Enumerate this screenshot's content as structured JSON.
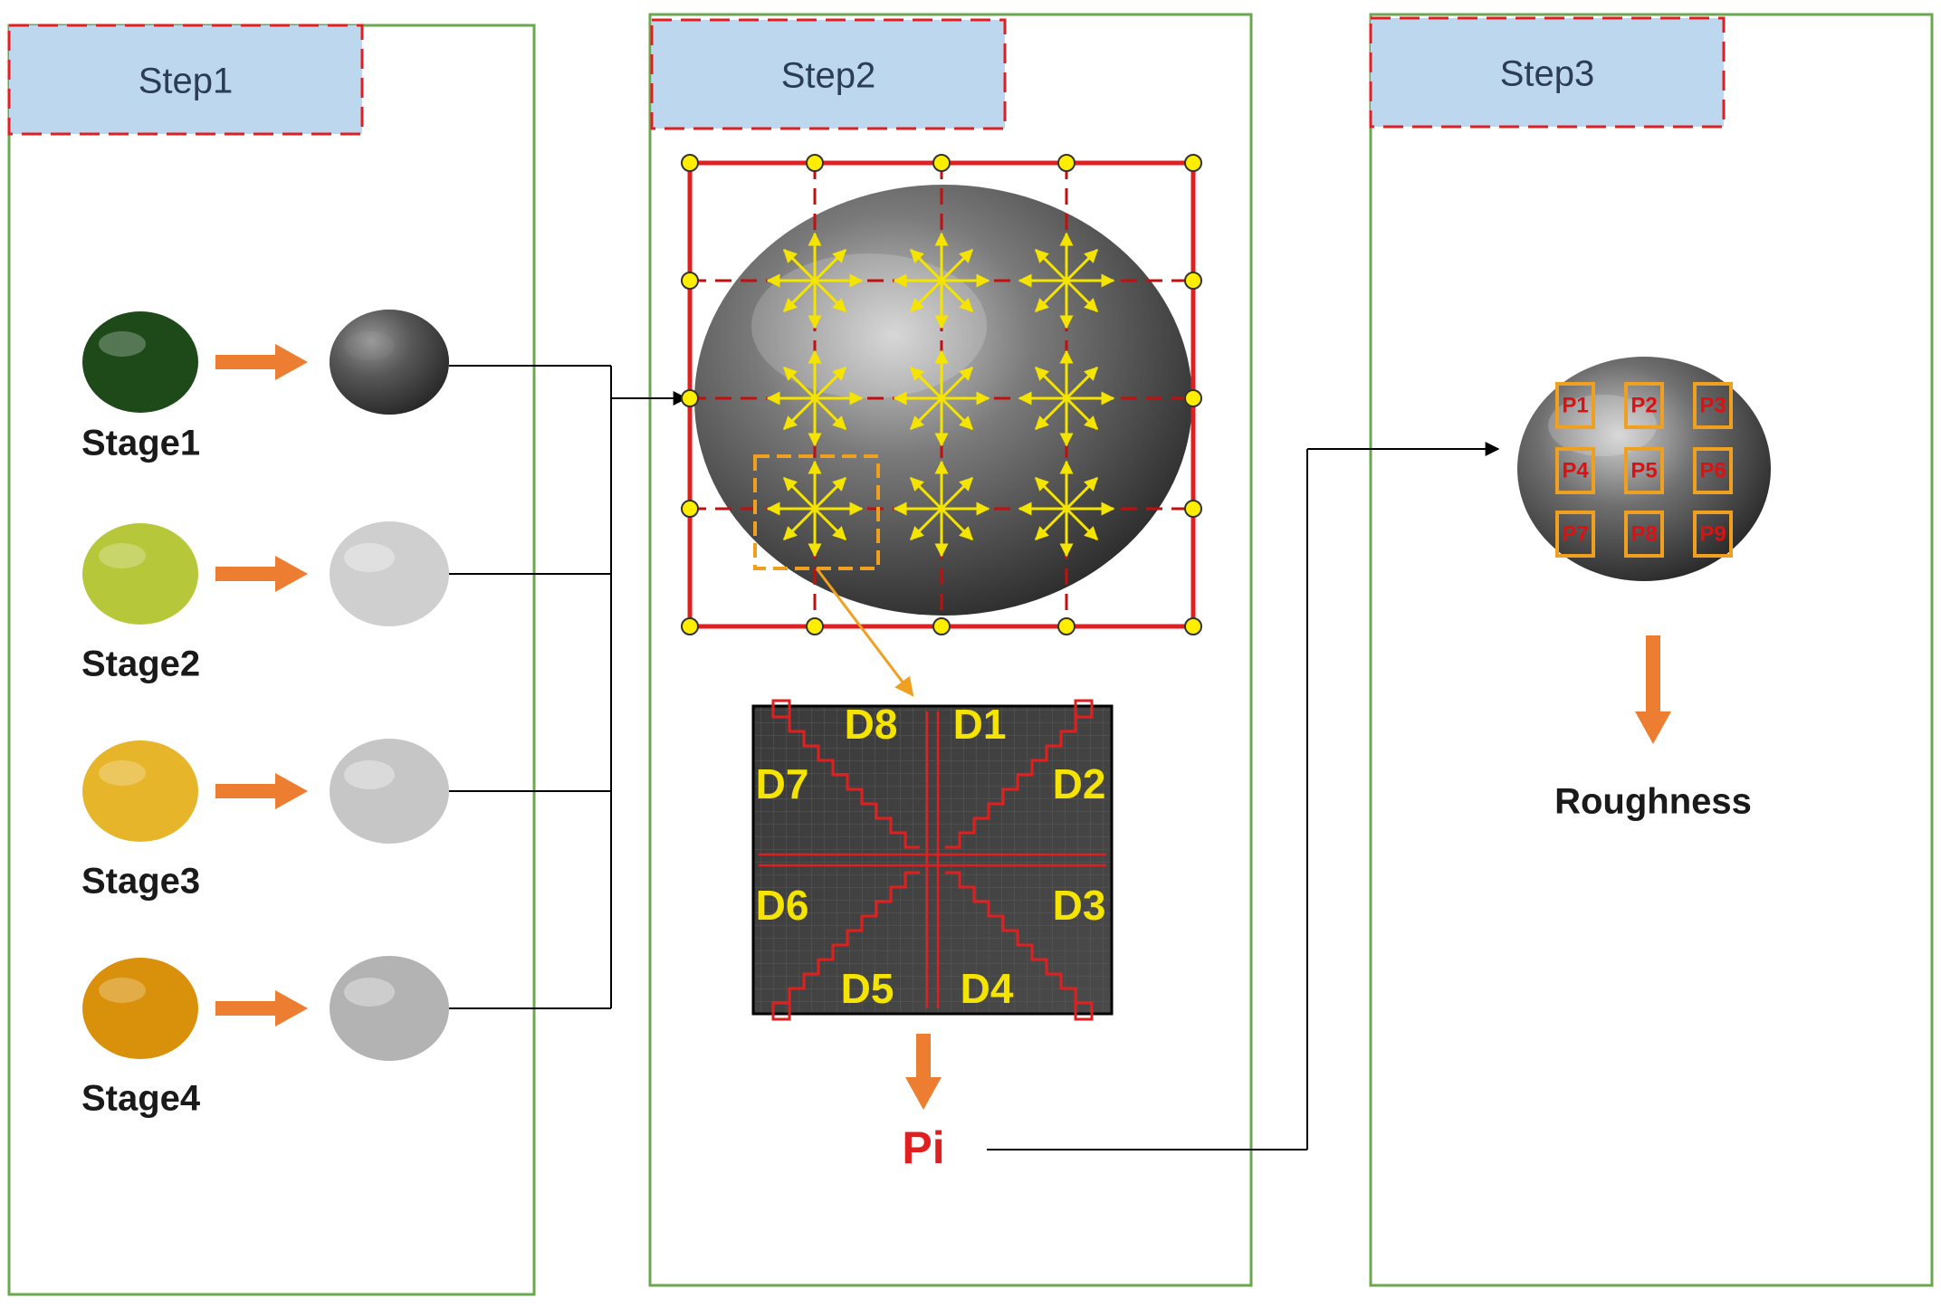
{
  "panels": {
    "step1": {
      "label": "Step1"
    },
    "step2": {
      "label": "Step2"
    },
    "step3": {
      "label": "Step3"
    }
  },
  "stages": [
    "Stage1",
    "Stage2",
    "Stage3",
    "Stage4"
  ],
  "directions": [
    "D1",
    "D2",
    "D3",
    "D4",
    "D5",
    "D6",
    "D7",
    "D8"
  ],
  "patches": [
    "P1",
    "P2",
    "P3",
    "P4",
    "P5",
    "P6",
    "P7",
    "P8",
    "P9"
  ],
  "outputs": {
    "pi": "Pi",
    "roughness": "Roughness"
  },
  "colors": {
    "panel_border": "#6aa84f",
    "label_fill": "#bdd7ee",
    "label_border": "#e02020",
    "arrow_orange": "#ed7d31",
    "grid_red": "#e02020",
    "node_yellow": "#ffee00",
    "vector_yellow": "#f5e400",
    "patch_orange": "#f0a020",
    "pi_red": "#e02020"
  },
  "stage_fruit_colors": [
    "#1e4a1a",
    "#b6c73a",
    "#e6b52a",
    "#d9900a"
  ],
  "stage_gray_tones": [
    "#6a6a6a",
    "#cfcfcf",
    "#c6c6c6",
    "#b3b3b3"
  ],
  "icons": {
    "fruit": "fruit-photo-icon",
    "grayscale": "grayscale-fruit-icon",
    "arrow": "orange-arrow-icon"
  }
}
